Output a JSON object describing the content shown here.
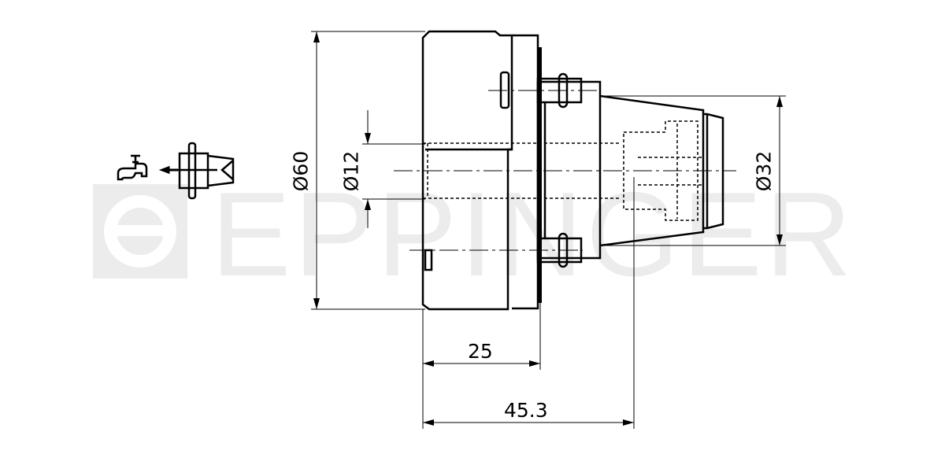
{
  "watermark": {
    "brand": "EPPINGER"
  },
  "dimensions": {
    "body_diameter": "Ø60",
    "bore_diameter": "Ø12",
    "nose_diameter": "Ø32",
    "flange_length": "25",
    "total_length": "45.3"
  },
  "icons": {
    "coolant": "water-tap-icon",
    "tool": "tool-holder-icon"
  },
  "colors": {
    "line": "#000000",
    "watermark": "#ececec"
  }
}
